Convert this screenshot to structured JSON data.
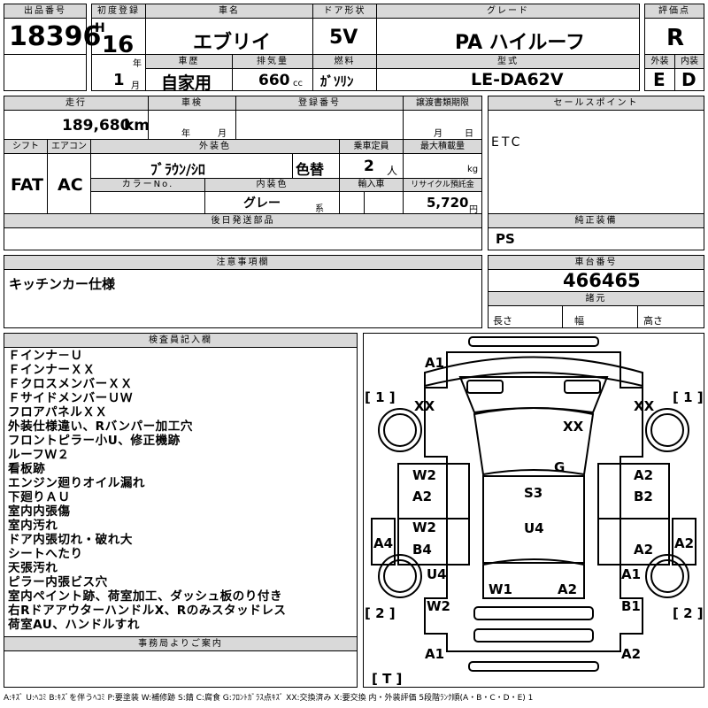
{
  "header": {
    "lot_label": "出品番号",
    "lot_no": "18396",
    "first_reg_label": "初度登録",
    "era": "H",
    "year": "16",
    "year_unit": "年",
    "month": "1",
    "month_unit": "月",
    "name_label": "車名",
    "name": "エブリイ",
    "door_label": "ドア形状",
    "door": "5V",
    "grade_label": "グレード",
    "grade": "PA ハイルーフ",
    "score_label": "評価点",
    "score": "R",
    "history_label": "車歴",
    "history": "自家用",
    "cc_label": "排気量",
    "cc": "660",
    "cc_unit": "cc",
    "fuel_label": "燃料",
    "fuel": "ｶﾞｿﾘﾝ",
    "model_label": "型式",
    "model": "LE-DA62V",
    "ext_label": "外装",
    "ext": "E",
    "int_label": "内装",
    "int": "D"
  },
  "row2": {
    "mileage_label": "走行",
    "mileage": "189,680",
    "mileage_unit": "km",
    "inspection_label": "車検",
    "year_unit": "年",
    "month_unit": "月",
    "reg_no_label": "登録番号",
    "transfer_label": "譲渡書類期限",
    "day_unit": "日",
    "shift_label": "シフト",
    "shift": "FAT",
    "ac_label": "エアコン",
    "ac": "AC",
    "color_label": "外装色",
    "color": "ﾌﾞﾗｳﾝ/ｼﾛ",
    "color_change": "色替",
    "capacity_label": "乗車定員",
    "capacity": "2",
    "capacity_unit": "人",
    "load_label": "最大積載量",
    "load_unit": "kg",
    "color_no_label": "カラーNo.",
    "int_color_label": "内装色",
    "int_color": "グレー",
    "int_color_unit": "系",
    "import_label": "輸入車",
    "recycle_label": "リサイクル預託金",
    "recycle": "5,720",
    "recycle_unit": "円",
    "later_label": "後日発送部品",
    "sales_label": "セールスポイント",
    "sales": "ETC",
    "equip_label": "純正装備",
    "equip": "PS"
  },
  "notes": {
    "caution_label": "注意事項欄",
    "caution": "キッチンカー仕様",
    "chassis_label": "車台番号",
    "chassis": "466465",
    "specs_label": "諸元",
    "length_label": "長さ",
    "width_label": "幅",
    "height_label": "高さ"
  },
  "inspector": {
    "label": "検査員記入欄",
    "lines": [
      "Ｆインナ－Ｕ",
      "ＦインナーＸＸ",
      "ＦクロスメンバーＸＸ",
      "ＦサイドメンバーＵＷ",
      "フロアパネルＸＸ",
      "外装仕様違い、Rバンパー加工穴",
      "フロントピラー小U、修正機跡",
      "ルーフＷ２",
      "看板跡",
      "エンジン廻りオイル漏れ",
      "下廻りＡＵ",
      "室内内張傷",
      "室内汚れ",
      "ドア内張切れ・破れ大",
      "シートへたり",
      "天張汚れ",
      "ピラー内張ビス穴",
      "室内ペイント跡、荷室加工、ダッシュ板のり付き",
      "右RドアアウターハンドルX、Rのみスタッドレス",
      "荷室AU、ハンドルすれ"
    ],
    "office_label": "事務局よりご案内"
  },
  "diagram": {
    "bracket_1": "[ 1 ]",
    "bracket_2": "[ 2 ]",
    "bracket_t": "[ T ]",
    "marks": {
      "front_bumper": "A1",
      "left_front_wheel": "XX",
      "right_front_wheel": "XX",
      "hood": "XX",
      "windshield": "G",
      "left_front_door": "W2",
      "left_front_door_2": "A2",
      "right_front_door": "A2",
      "right_front_door_2": "B2",
      "roof": "S3",
      "left_rear_door": "W2",
      "left_rear_door_2": "B4",
      "right_rear_door": "A2",
      "rear_roof": "U4",
      "left_side": "A4",
      "right_side": "A2",
      "left_rear_wheel": "U4",
      "left_rear_quarter": "W2",
      "floor": "W1",
      "rear_area": "A2",
      "right_rear_wheel": "A1",
      "right_rear_quarter": "B1",
      "rear_bumper_left": "A1",
      "rear_bumper_right": "A2"
    }
  },
  "legend": "A:ｷｽﾞ U:ﾍｺﾐ B:ｷｽﾞを伴うﾍｺﾐ P:要塗装 W:補修跡 S:錆 C:腐食 G:ﾌﾛﾝﾄｶﾞﾗｽ点ｷｽﾞ XX:交換済み X:要交換 内・外装評価 5段階ﾗﾝｸ順(A・B・C・D・E) 1"
}
